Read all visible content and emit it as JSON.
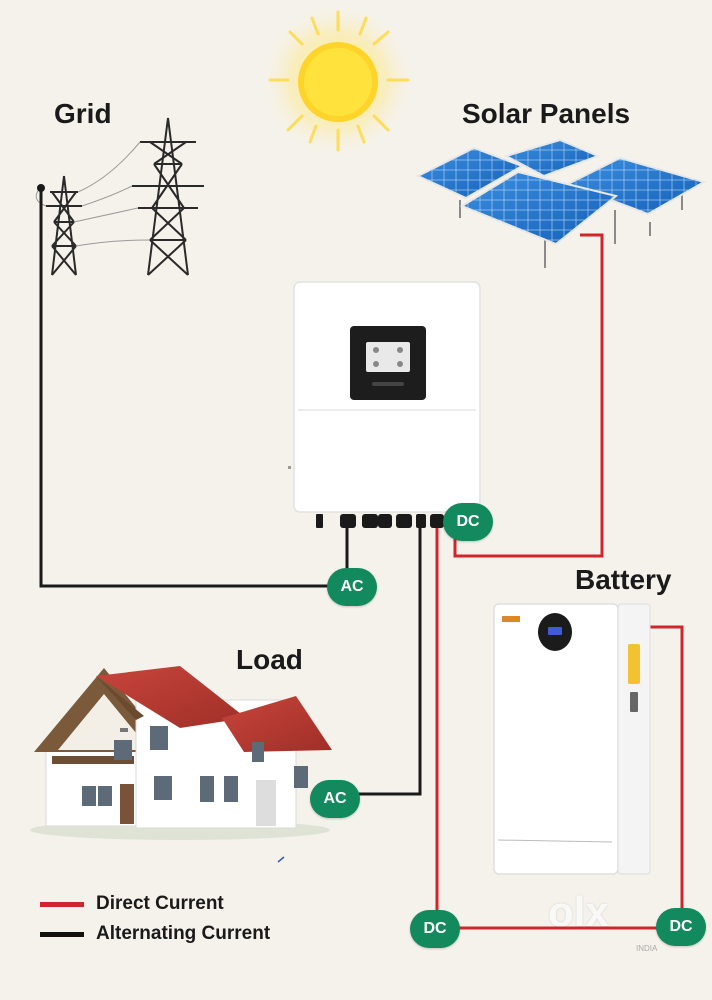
{
  "labels": {
    "grid": "Grid",
    "solar": "Solar Panels",
    "battery": "Battery",
    "load": "Load"
  },
  "badges": {
    "inverter_dc": "DC",
    "grid_ac": "AC",
    "load_ac": "AC",
    "battery_dc_left": "DC",
    "battery_dc_right": "DC"
  },
  "legend": [
    {
      "label": "Direct Current",
      "color": "#d0262b"
    },
    {
      "label": "Alternating Current",
      "color": "#111111"
    }
  ],
  "colors": {
    "dc_wire": "#d0262b",
    "ac_wire": "#1a1a1a",
    "badge": "#138a5e"
  },
  "watermark": {
    "brand": "olx",
    "sub": "INDIA"
  }
}
